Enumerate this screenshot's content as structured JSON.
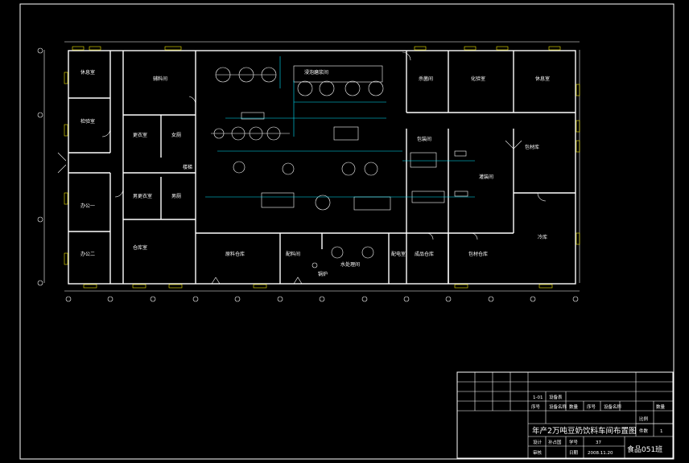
{
  "drawing": {
    "title": "年产2万吨豆奶饮料车间布置图",
    "class_name": "食品051班"
  },
  "rooms": [
    {
      "id": "r1",
      "label": "休息室"
    },
    {
      "id": "r2",
      "label": "检验室"
    },
    {
      "id": "r3",
      "label": "办公一"
    },
    {
      "id": "r4",
      "label": "办公二"
    },
    {
      "id": "r5",
      "label": "辅料间"
    },
    {
      "id": "r6",
      "label": "更衣室"
    },
    {
      "id": "r7",
      "label": "女厕"
    },
    {
      "id": "r8",
      "label": "男更衣室"
    },
    {
      "id": "r9",
      "label": "男厕"
    },
    {
      "id": "r10",
      "label": "仓库室"
    },
    {
      "id": "r11",
      "label": "原料仓库"
    },
    {
      "id": "r12",
      "label": "配料间"
    },
    {
      "id": "r13",
      "label": "水处理间"
    },
    {
      "id": "r14",
      "label": "配电室"
    },
    {
      "id": "r15",
      "label": "成品仓库"
    },
    {
      "id": "r16",
      "label": "包材仓库"
    },
    {
      "id": "r17",
      "label": "杀菌间"
    },
    {
      "id": "r18",
      "label": "化验室"
    },
    {
      "id": "r19",
      "label": "休息室"
    },
    {
      "id": "r20",
      "label": "包装间"
    },
    {
      "id": "r21",
      "label": "灌装间"
    },
    {
      "id": "r22",
      "label": "包材库"
    },
    {
      "id": "r23",
      "label": "冷库"
    },
    {
      "id": "r24",
      "label": "浸泡磨浆间"
    },
    {
      "id": "r25",
      "label": "楼梯"
    },
    {
      "id": "r26",
      "label": "锅炉"
    }
  ],
  "title_block": {
    "scale_label": "1-01",
    "drawing_type": "设备表",
    "header_row": [
      "序号",
      "设备名称",
      "数量",
      "序号",
      "设备名称",
      "数量"
    ],
    "scale_key": "比例",
    "sheet_key": "件数",
    "sheet_value": "1",
    "designer_key": "设计",
    "designer_value": "孙占国",
    "student_no_key": "学号",
    "student_no_value": "37",
    "reviewer_key": "审核",
    "date_key": "日期",
    "date_value": "2008.11.20"
  }
}
